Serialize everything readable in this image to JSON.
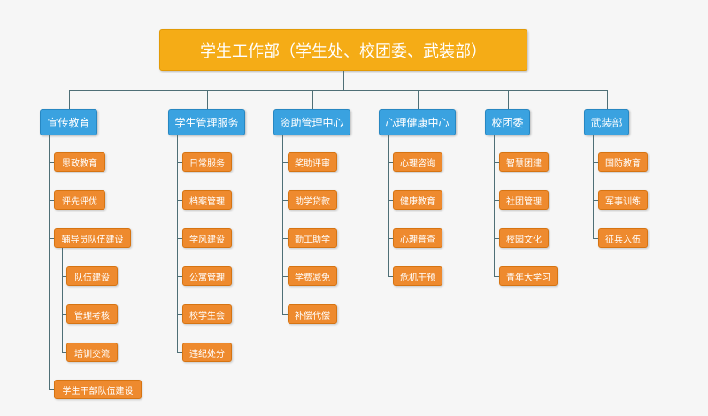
{
  "root": {
    "label": "学生工作部（学生处、校团委、武装部）"
  },
  "departments": [
    {
      "id": "publicity",
      "label": "宣传教育",
      "items": [
        "思政教育",
        "评先评优",
        "辅导员队伍建设",
        "学生干部队伍建设"
      ],
      "subitems": {
        "parent": "辅导员队伍建设",
        "items": [
          "队伍建设",
          "管理考核",
          "培训交流"
        ]
      }
    },
    {
      "id": "student-management",
      "label": "学生管理服务",
      "items": [
        "日常服务",
        "档案管理",
        "学风建设",
        "公寓管理",
        "校学生会",
        "违纪处分"
      ]
    },
    {
      "id": "aid-center",
      "label": "资助管理中心",
      "items": [
        "奖助评审",
        "助学贷款",
        "勤工助学",
        "学费减免",
        "补偿代偿"
      ]
    },
    {
      "id": "mental-health",
      "label": "心理健康中心",
      "items": [
        "心理咨询",
        "健康教育",
        "心理普查",
        "危机干预"
      ]
    },
    {
      "id": "youth-league",
      "label": "校团委",
      "items": [
        "智慧团建",
        "社团管理",
        "校园文化",
        "青年大学习"
      ]
    },
    {
      "id": "armed-forces",
      "label": "武装部",
      "items": [
        "国防教育",
        "军事训练",
        "征兵入伍"
      ]
    }
  ],
  "colors": {
    "root": "#f5ac16",
    "department": "#3aa2e0",
    "item": "#ee8a2e",
    "connector": "#4f6f76",
    "background": "#f6f6f6"
  }
}
